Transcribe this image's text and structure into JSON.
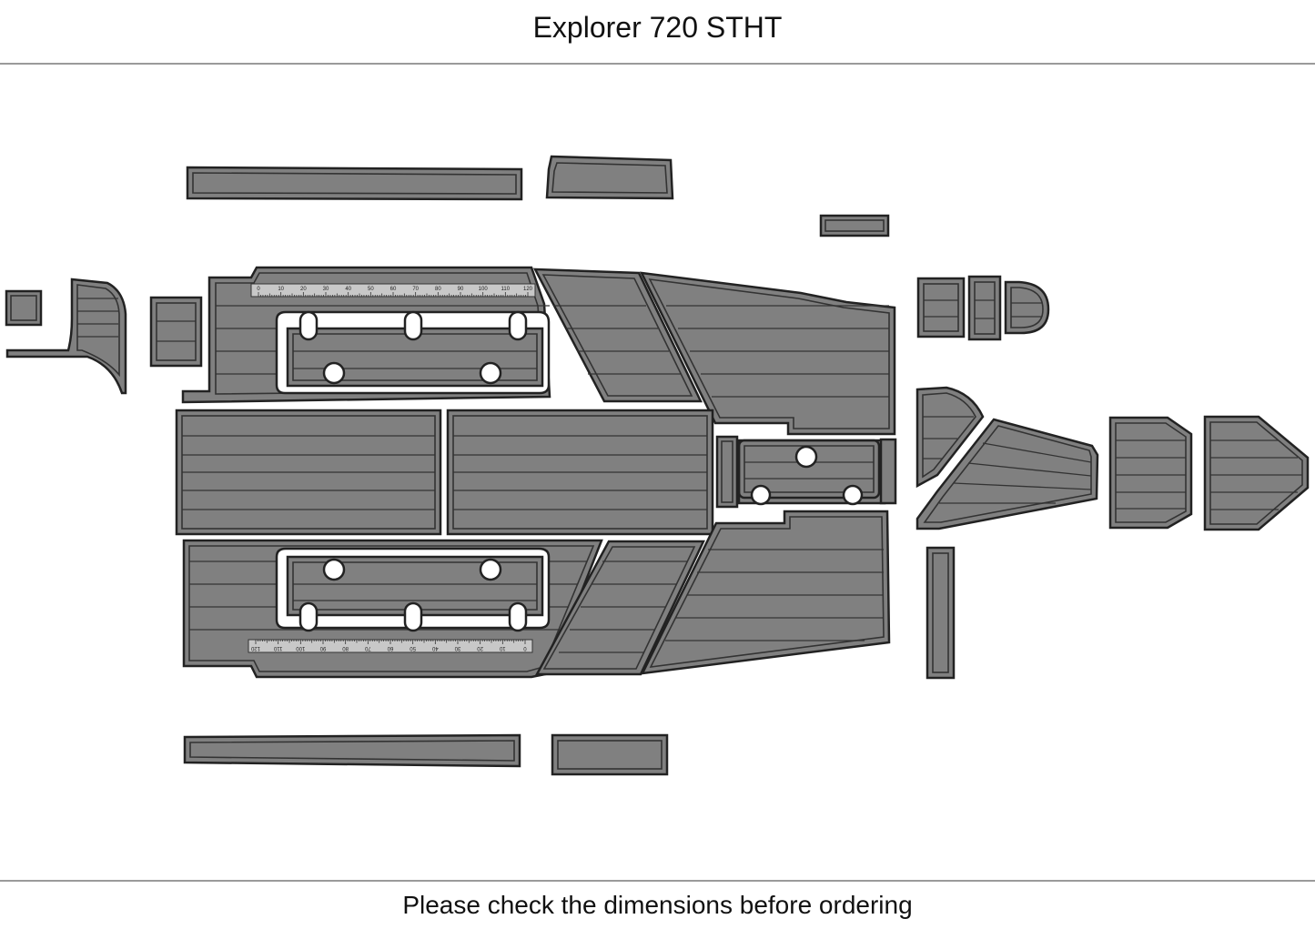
{
  "header": {
    "title": "Explorer 720 STHT"
  },
  "footer": {
    "note": "Please check the dimensions before ordering"
  },
  "colors": {
    "pad": "#808080",
    "outline": "#222222",
    "groove": "#333333",
    "background": "#ffffff"
  },
  "ruler": {
    "top_labels": [
      "0",
      "10",
      "20",
      "30",
      "40",
      "50",
      "60",
      "70",
      "80",
      "90",
      "100",
      "110",
      "120"
    ],
    "bottom_labels": [
      "120",
      "110",
      "100",
      "90",
      "80",
      "70",
      "60",
      "50",
      "40",
      "30",
      "20",
      "10",
      "0"
    ]
  }
}
